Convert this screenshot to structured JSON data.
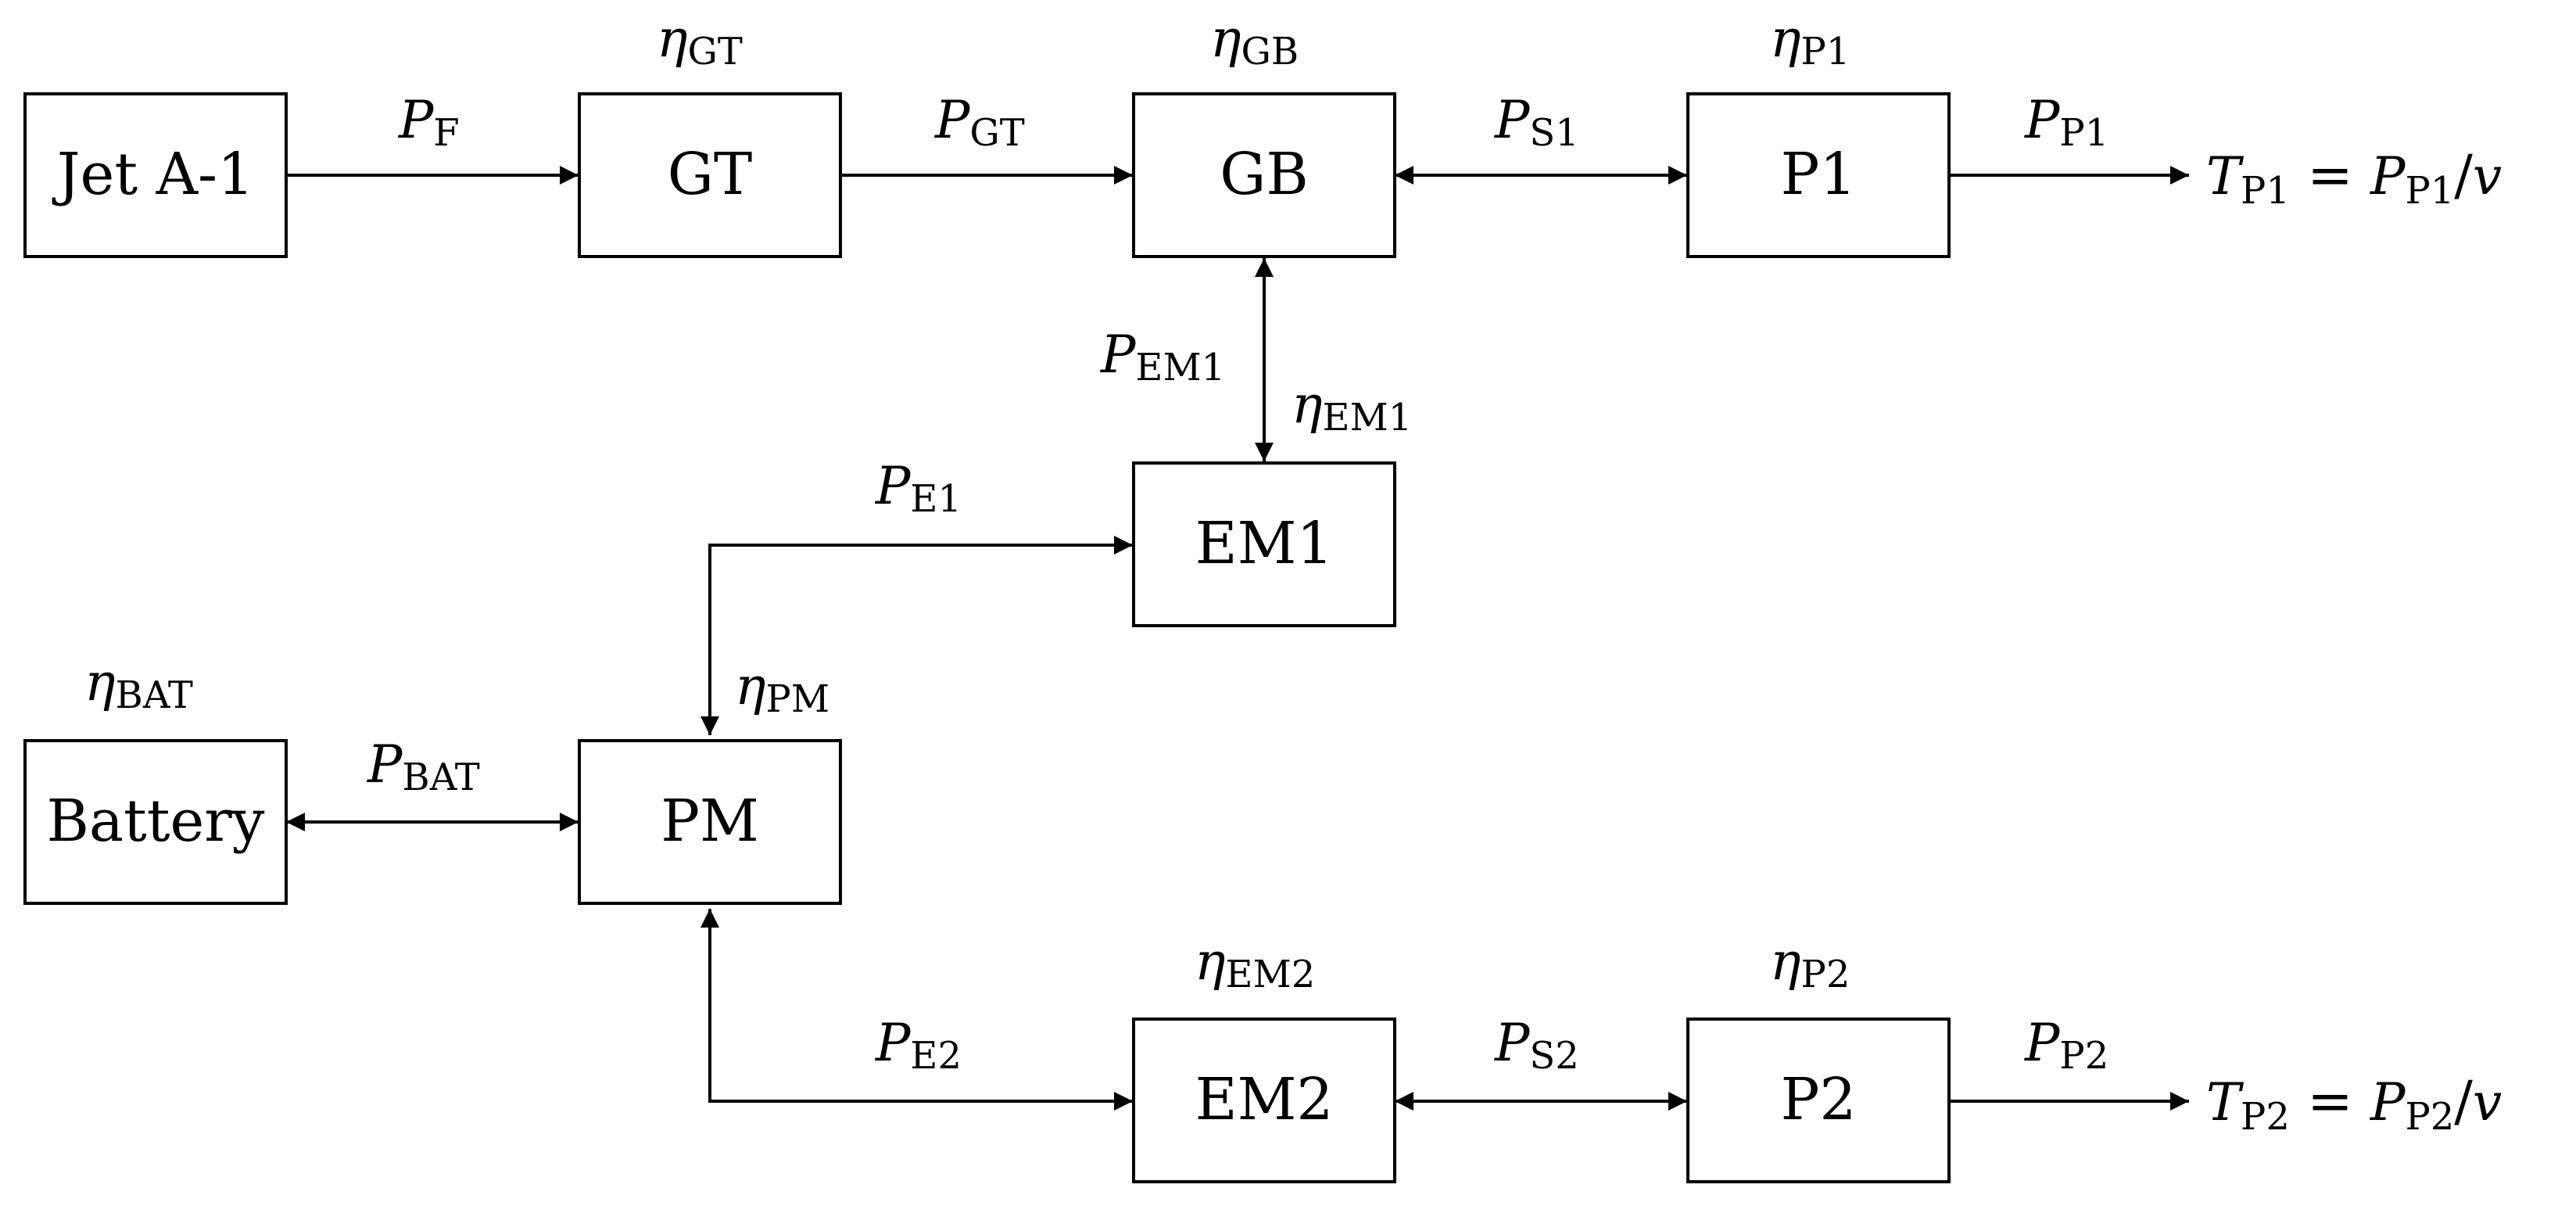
{
  "blocks": {
    "jet_fuel": "Jet A-1",
    "gt": "GT",
    "gb": "GB",
    "p1": "P1",
    "em1": "EM1",
    "battery": "Battery",
    "pm": "PM",
    "em2": "EM2",
    "p2": "P2"
  },
  "efficiencies": {
    "gt": {
      "symbol": "η",
      "sub": "GT"
    },
    "gb": {
      "symbol": "η",
      "sub": "GB"
    },
    "p1": {
      "symbol": "η",
      "sub": "P1"
    },
    "em1": {
      "symbol": "η",
      "sub": "EM1"
    },
    "pm": {
      "symbol": "η",
      "sub": "PM"
    },
    "bat": {
      "symbol": "η",
      "sub": "BAT"
    },
    "em2": {
      "symbol": "η",
      "sub": "EM2"
    },
    "p2": {
      "symbol": "η",
      "sub": "P2"
    }
  },
  "powers": {
    "f": {
      "symbol": "P",
      "sub": "F"
    },
    "gt": {
      "symbol": "P",
      "sub": "GT"
    },
    "s1": {
      "symbol": "P",
      "sub": "S1"
    },
    "p1": {
      "symbol": "P",
      "sub": "P1"
    },
    "em1": {
      "symbol": "P",
      "sub": "EM1"
    },
    "e1": {
      "symbol": "P",
      "sub": "E1"
    },
    "bat": {
      "symbol": "P",
      "sub": "BAT"
    },
    "e2": {
      "symbol": "P",
      "sub": "E2"
    },
    "s2": {
      "symbol": "P",
      "sub": "S2"
    },
    "p2": {
      "symbol": "P",
      "sub": "P2"
    }
  },
  "thrust": {
    "t1": {
      "lhs_symbol": "T",
      "lhs_sub": "P1",
      "eq": " = ",
      "rhs_symbol": "P",
      "rhs_sub": "P1",
      "div": "/",
      "var": "v"
    },
    "t2": {
      "lhs_symbol": "T",
      "lhs_sub": "P2",
      "eq": " = ",
      "rhs_symbol": "P",
      "rhs_sub": "P2",
      "div": "/",
      "var": "v"
    }
  }
}
